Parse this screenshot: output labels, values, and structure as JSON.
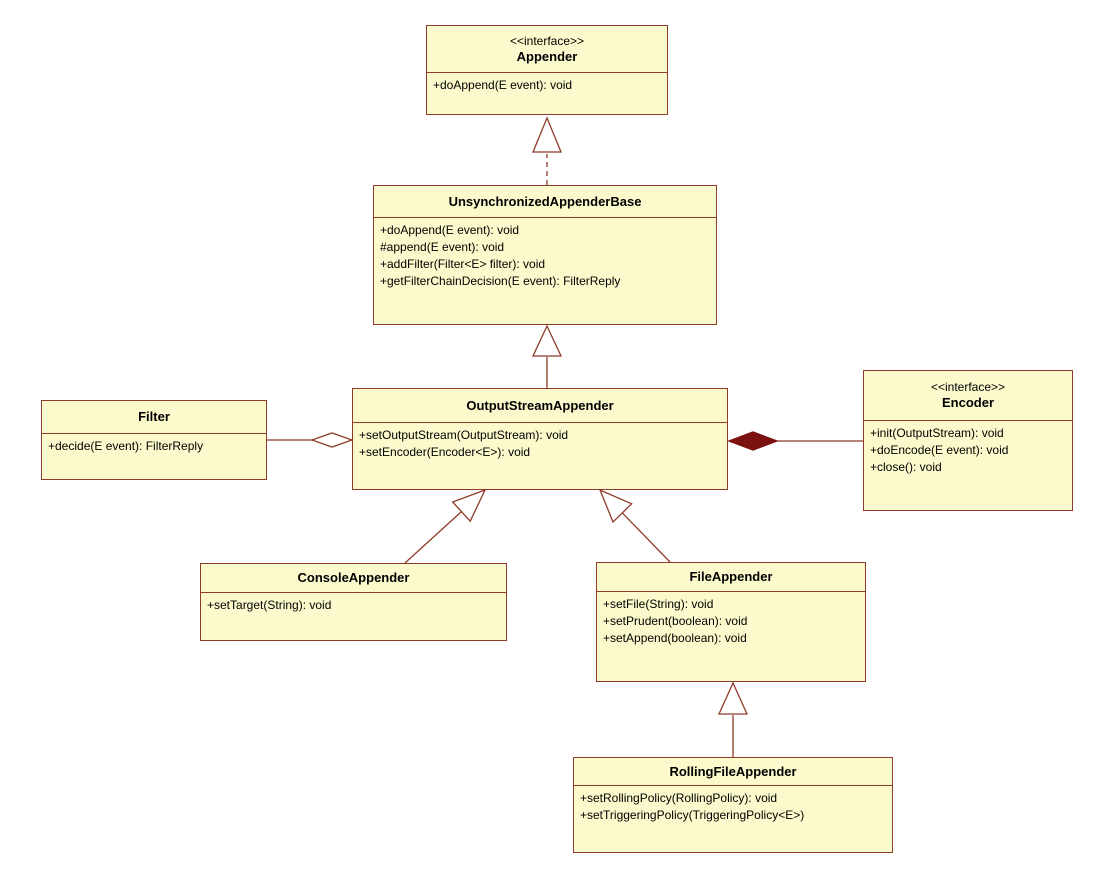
{
  "diagram": {
    "kind": "uml-class-diagram",
    "colors": {
      "box_fill": "#FCFACC",
      "border": "#8E3B2B",
      "line": "#8E3B2B",
      "composition_diamond_fill": "#7B1111",
      "text": "#000000",
      "background": "#FFFFFF"
    },
    "classes": [
      {
        "id": "appender",
        "stereotype": "<<interface>>",
        "name": "Appender",
        "methods": [
          "+doAppend(E event): void"
        ]
      },
      {
        "id": "unsynchronized-appender-base",
        "name": "UnsynchronizedAppenderBase",
        "methods": [
          "+doAppend(E event): void",
          "#append(E event): void",
          "+addFilter(Filter<E> filter): void",
          "+getFilterChainDecision(E event): FilterReply"
        ]
      },
      {
        "id": "output-stream-appender",
        "name": "OutputStreamAppender",
        "methods": [
          "+setOutputStream(OutputStream): void",
          "+setEncoder(Encoder<E>): void"
        ]
      },
      {
        "id": "filter",
        "name": "Filter",
        "methods": [
          "+decide(E event): FilterReply"
        ]
      },
      {
        "id": "encoder",
        "stereotype": "<<interface>>",
        "name": "Encoder",
        "methods": [
          "+init(OutputStream): void",
          "+doEncode(E event): void",
          "+close(): void"
        ]
      },
      {
        "id": "console-appender",
        "name": "ConsoleAppender",
        "methods": [
          "+setTarget(String): void"
        ]
      },
      {
        "id": "file-appender",
        "name": "FileAppender",
        "methods": [
          "+setFile(String): void",
          "+setPrudent(boolean): void",
          "+setAppend(boolean): void"
        ]
      },
      {
        "id": "rolling-file-appender",
        "name": "RollingFileAppender",
        "methods": [
          "+setRollingPolicy(RollingPolicy): void",
          "+setTriggeringPolicy(TriggeringPolicy<E>)"
        ]
      }
    ],
    "relationships": [
      {
        "type": "realization",
        "from": "UnsynchronizedAppenderBase",
        "to": "Appender"
      },
      {
        "type": "generalization",
        "from": "OutputStreamAppender",
        "to": "UnsynchronizedAppenderBase"
      },
      {
        "type": "aggregation",
        "whole": "OutputStreamAppender",
        "part": "Filter"
      },
      {
        "type": "composition",
        "whole": "OutputStreamAppender",
        "part": "Encoder"
      },
      {
        "type": "generalization",
        "from": "ConsoleAppender",
        "to": "OutputStreamAppender"
      },
      {
        "type": "generalization",
        "from": "FileAppender",
        "to": "OutputStreamAppender"
      },
      {
        "type": "generalization",
        "from": "RollingFileAppender",
        "to": "FileAppender"
      }
    ]
  }
}
